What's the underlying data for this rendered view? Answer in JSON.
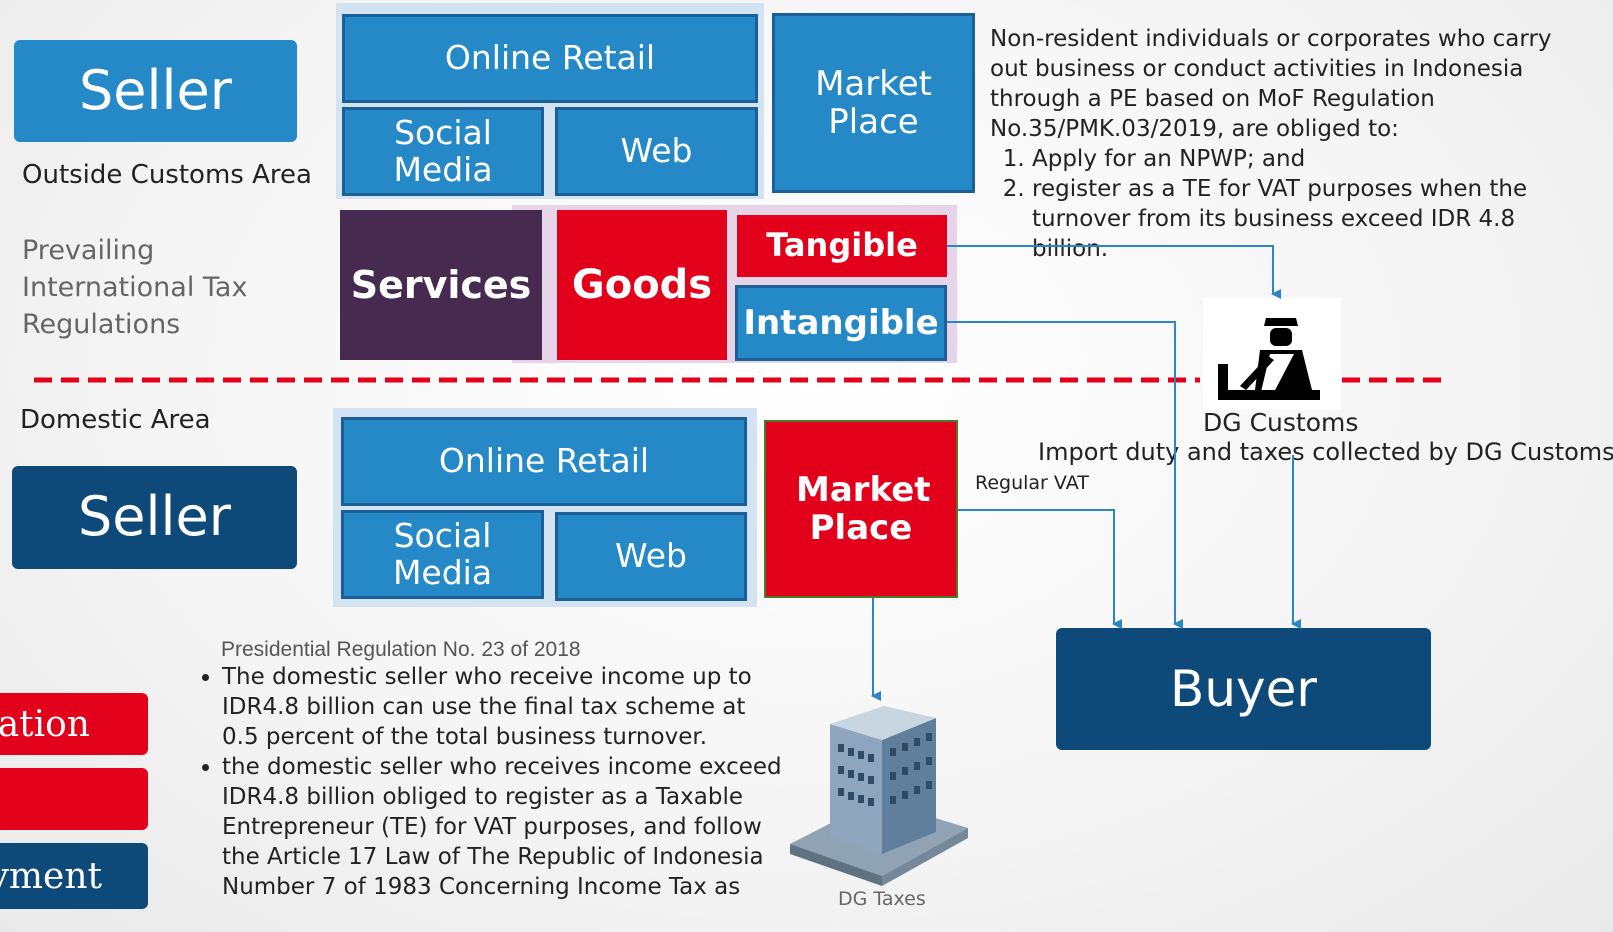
{
  "outside": {
    "seller_label": "Seller",
    "area_label": "Outside Customs Area",
    "regulations_label": "Prevailing International Tax Regulations",
    "channels": {
      "online_retail": "Online Retail",
      "social_media": "Social Media",
      "web": "Web",
      "market_place": "Market Place"
    },
    "categories": {
      "services": "Services",
      "goods": "Goods",
      "tangible": "Tangible",
      "intangible": "Intangible"
    },
    "note": {
      "intro": "Non-resident individuals or corporates who carry out business or conduct activities in Indonesia through a PE based on MoF Regulation No.35/PMK.03/2019, are obliged to:",
      "items": [
        "Apply for an NPWP; and",
        "register as a TE for VAT purposes when the turnover from its business exceed IDR 4.8 billion."
      ]
    }
  },
  "customs": {
    "label": "DG Customs",
    "caption": "Import duty and taxes collected by DG Customs"
  },
  "domestic": {
    "area_label": "Domestic Area",
    "seller_label": "Seller",
    "channels": {
      "online_retail": "Online Retail",
      "social_media": "Social Media",
      "web": "Web",
      "market_place": "Market Place"
    },
    "regular_vat_label": "Regular VAT",
    "buyer_label": "Buyer",
    "dg_taxes_label": "DG Taxes",
    "regulation": {
      "title": "Presidential Regulation No. 23 of 2018",
      "bullets": [
        "The domestic seller who receive income up to IDR4.8 billion can use the final tax scheme at 0.5 percent of the total business turnover.",
        "the domestic seller who receives income exceed IDR4.8 billion obliged to register as a Taxable Entrepreneur (TE) for VAT purposes, and follow the Article 17 Law of The Republic of Indonesia Number 7 of  1983 Concerning Income Tax as"
      ]
    }
  },
  "left_tabs": [
    "ration",
    "",
    "yment"
  ],
  "colors": {
    "blue": "#2589c8",
    "navy": "#0d4a7a",
    "red": "#e2001a",
    "purple": "#472a4f",
    "divider": "#e2001a",
    "arrow": "#2b86c6"
  }
}
